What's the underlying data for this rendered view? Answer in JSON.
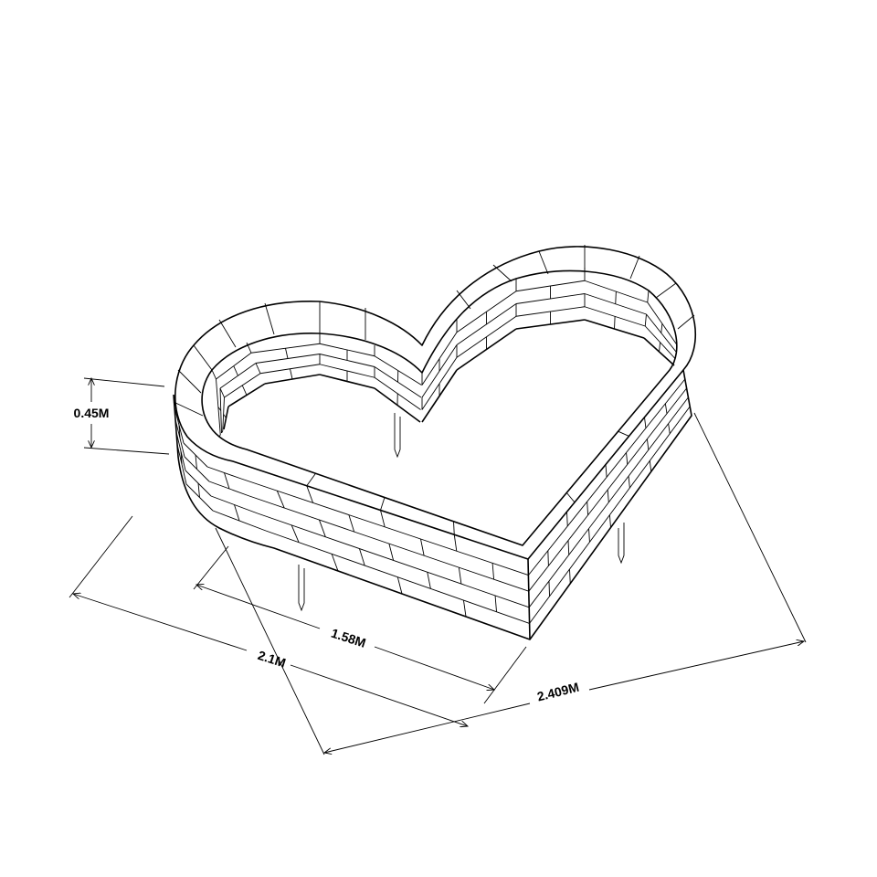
{
  "dimensions": {
    "height": "0.45M",
    "depth": "2.1M",
    "inner_width": "1.58M",
    "overall_width": "2.409M"
  },
  "colors": {
    "line": "#000000",
    "background": "#ffffff"
  }
}
